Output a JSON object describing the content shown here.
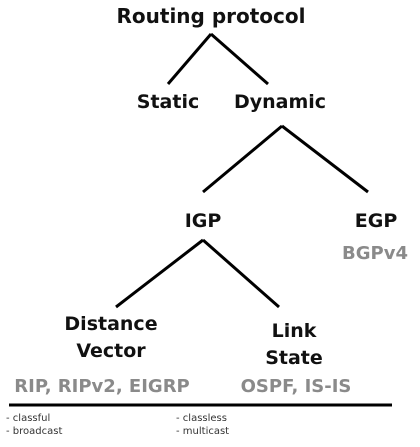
{
  "tree": {
    "root": "Routing protocol",
    "static": "Static",
    "dynamic": "Dynamic",
    "igp": "IGP",
    "egp": "EGP",
    "distance_vector": [
      "Distance",
      "Vector"
    ],
    "link_state": [
      "Link",
      "State"
    ]
  },
  "examples": {
    "egp": "BGPv4",
    "distance_vector": "RIP, RIPv2, EIGRP",
    "link_state": "OSPF, IS-IS"
  },
  "notes": {
    "distance_vector": [
      "- classful",
      "- broadcast"
    ],
    "link_state": [
      "- classless",
      "- multicast"
    ]
  }
}
